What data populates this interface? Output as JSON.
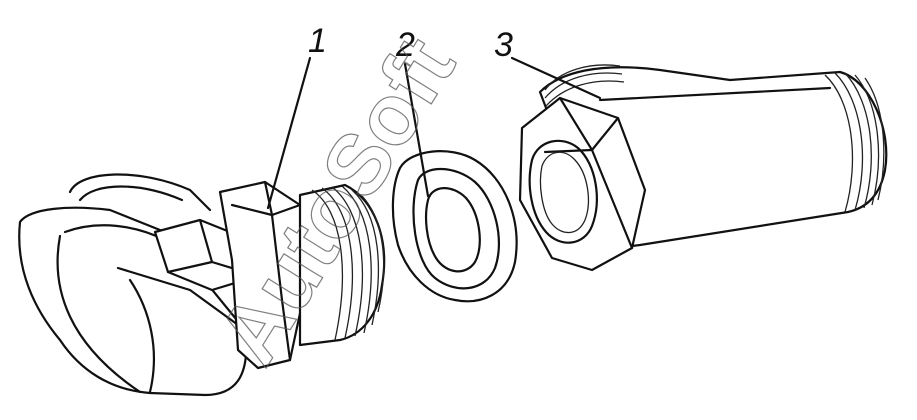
{
  "callouts": [
    {
      "id": "part-1",
      "label": "1"
    },
    {
      "id": "part-2",
      "label": "2"
    },
    {
      "id": "part-3",
      "label": "3"
    }
  ],
  "watermark": "AutoSoft",
  "colors": {
    "line": "#111111",
    "background": "#ffffff"
  }
}
